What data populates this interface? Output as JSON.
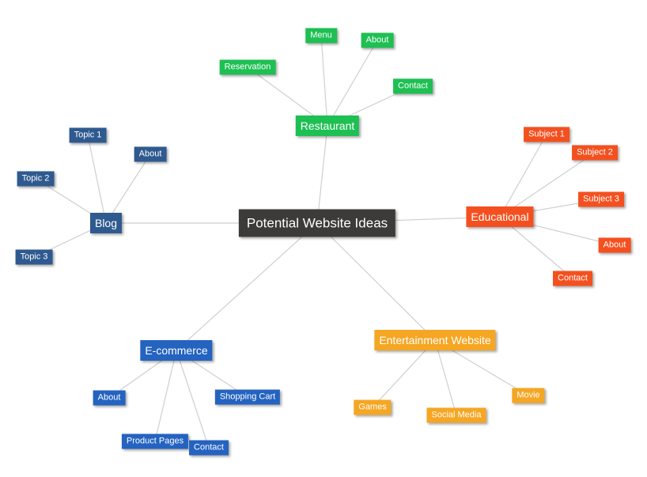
{
  "diagram": {
    "center": {
      "id": "center",
      "label": "Potential Website Ideas",
      "color": "#3d3a3a"
    },
    "branches": [
      {
        "id": "restaurant",
        "label": "Restaurant",
        "color": "#1ebf53",
        "children": [
          {
            "id": "restaurant-menu",
            "label": "Menu"
          },
          {
            "id": "restaurant-about",
            "label": "About"
          },
          {
            "id": "restaurant-reservation",
            "label": "Reservation"
          },
          {
            "id": "restaurant-contact",
            "label": "Contact"
          }
        ]
      },
      {
        "id": "blog",
        "label": "Blog",
        "color": "#2f5a8f",
        "children": [
          {
            "id": "blog-topic-1",
            "label": "Topic 1"
          },
          {
            "id": "blog-about",
            "label": "About"
          },
          {
            "id": "blog-topic-2",
            "label": "Topic 2"
          },
          {
            "id": "blog-topic-3",
            "label": "Topic 3"
          }
        ]
      },
      {
        "id": "educational",
        "label": "Educational",
        "color": "#f4501f",
        "children": [
          {
            "id": "educational-subject-1",
            "label": "Subject 1"
          },
          {
            "id": "educational-subject-2",
            "label": "Subject 2"
          },
          {
            "id": "educational-subject-3",
            "label": "Subject 3"
          },
          {
            "id": "educational-about",
            "label": "About"
          },
          {
            "id": "educational-contact",
            "label": "Contact"
          }
        ]
      },
      {
        "id": "ecommerce",
        "label": "E-commerce",
        "color": "#2463c0",
        "children": [
          {
            "id": "ecommerce-about",
            "label": "About"
          },
          {
            "id": "ecommerce-shopping-cart",
            "label": "Shopping Cart"
          },
          {
            "id": "ecommerce-product-pages",
            "label": "Product Pages"
          },
          {
            "id": "ecommerce-contact",
            "label": "Contact"
          }
        ]
      },
      {
        "id": "entertainment",
        "label": "Entertainment Website",
        "color": "#f5a623",
        "children": [
          {
            "id": "entertainment-games",
            "label": "Games"
          },
          {
            "id": "entertainment-social-media",
            "label": "Social Media"
          },
          {
            "id": "entertainment-movie",
            "label": "Movie"
          }
        ]
      }
    ]
  }
}
